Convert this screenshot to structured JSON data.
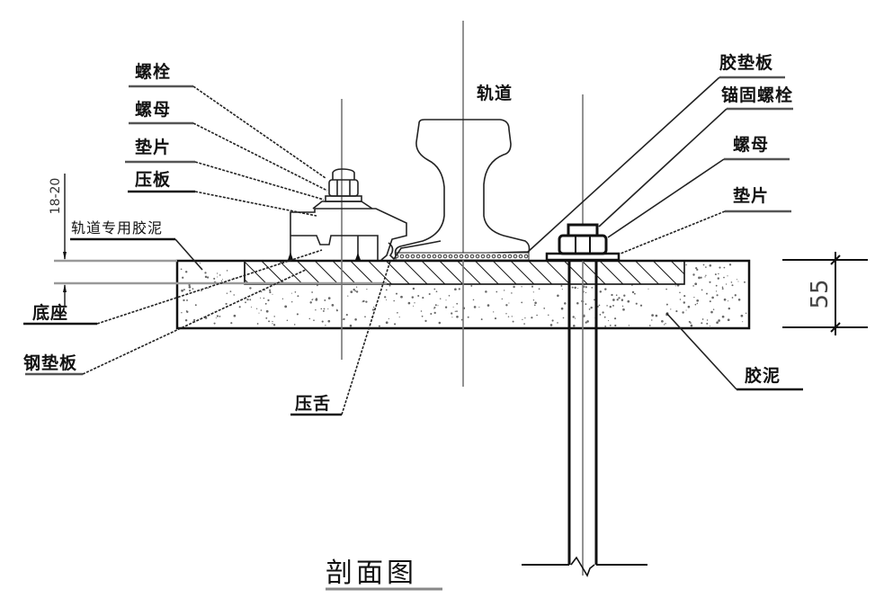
{
  "diagram": {
    "title": "剖面图",
    "centerline_label": "轨道",
    "left_labels": {
      "bolt": "螺栓",
      "nut": "螺母",
      "washer": "垫片",
      "clamp_plate": "压板",
      "track_grout": "轨道专用胶泥",
      "base": "底座",
      "steel_pad": "钢垫板",
      "clamp_tongue": "压舌"
    },
    "right_labels": {
      "rubber_pad": "胶垫板",
      "anchor_bolt": "锚固螺栓",
      "nut": "螺母",
      "washer": "垫片",
      "grout": "胶泥"
    },
    "dimensions": {
      "grout_thickness": "55",
      "pad_gap_range": "18-20"
    },
    "colors": {
      "line": "#111111",
      "centerline": "#777777",
      "grout_speckle": "#666666",
      "background": "#ffffff"
    }
  }
}
